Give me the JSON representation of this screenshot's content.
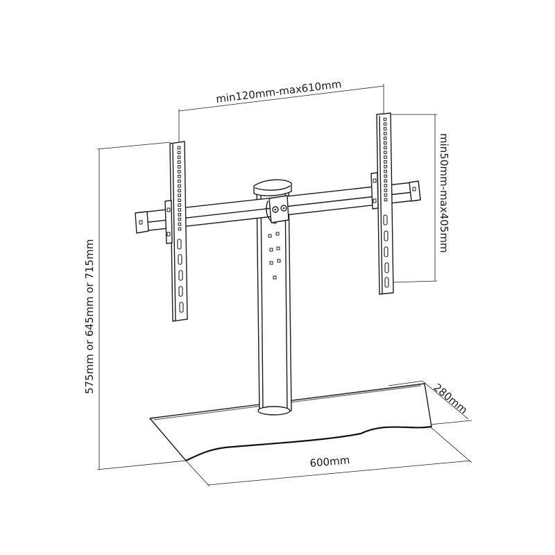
{
  "dimensions": {
    "width_range": "min120mm-max610mm",
    "height_range": "min50mm-max405mm",
    "height_options": "575mm or 645mm or 715mm",
    "base_width": "600mm",
    "base_depth": "280mm"
  },
  "colors": {
    "line": "#1a1a1a",
    "background": "#ffffff"
  }
}
